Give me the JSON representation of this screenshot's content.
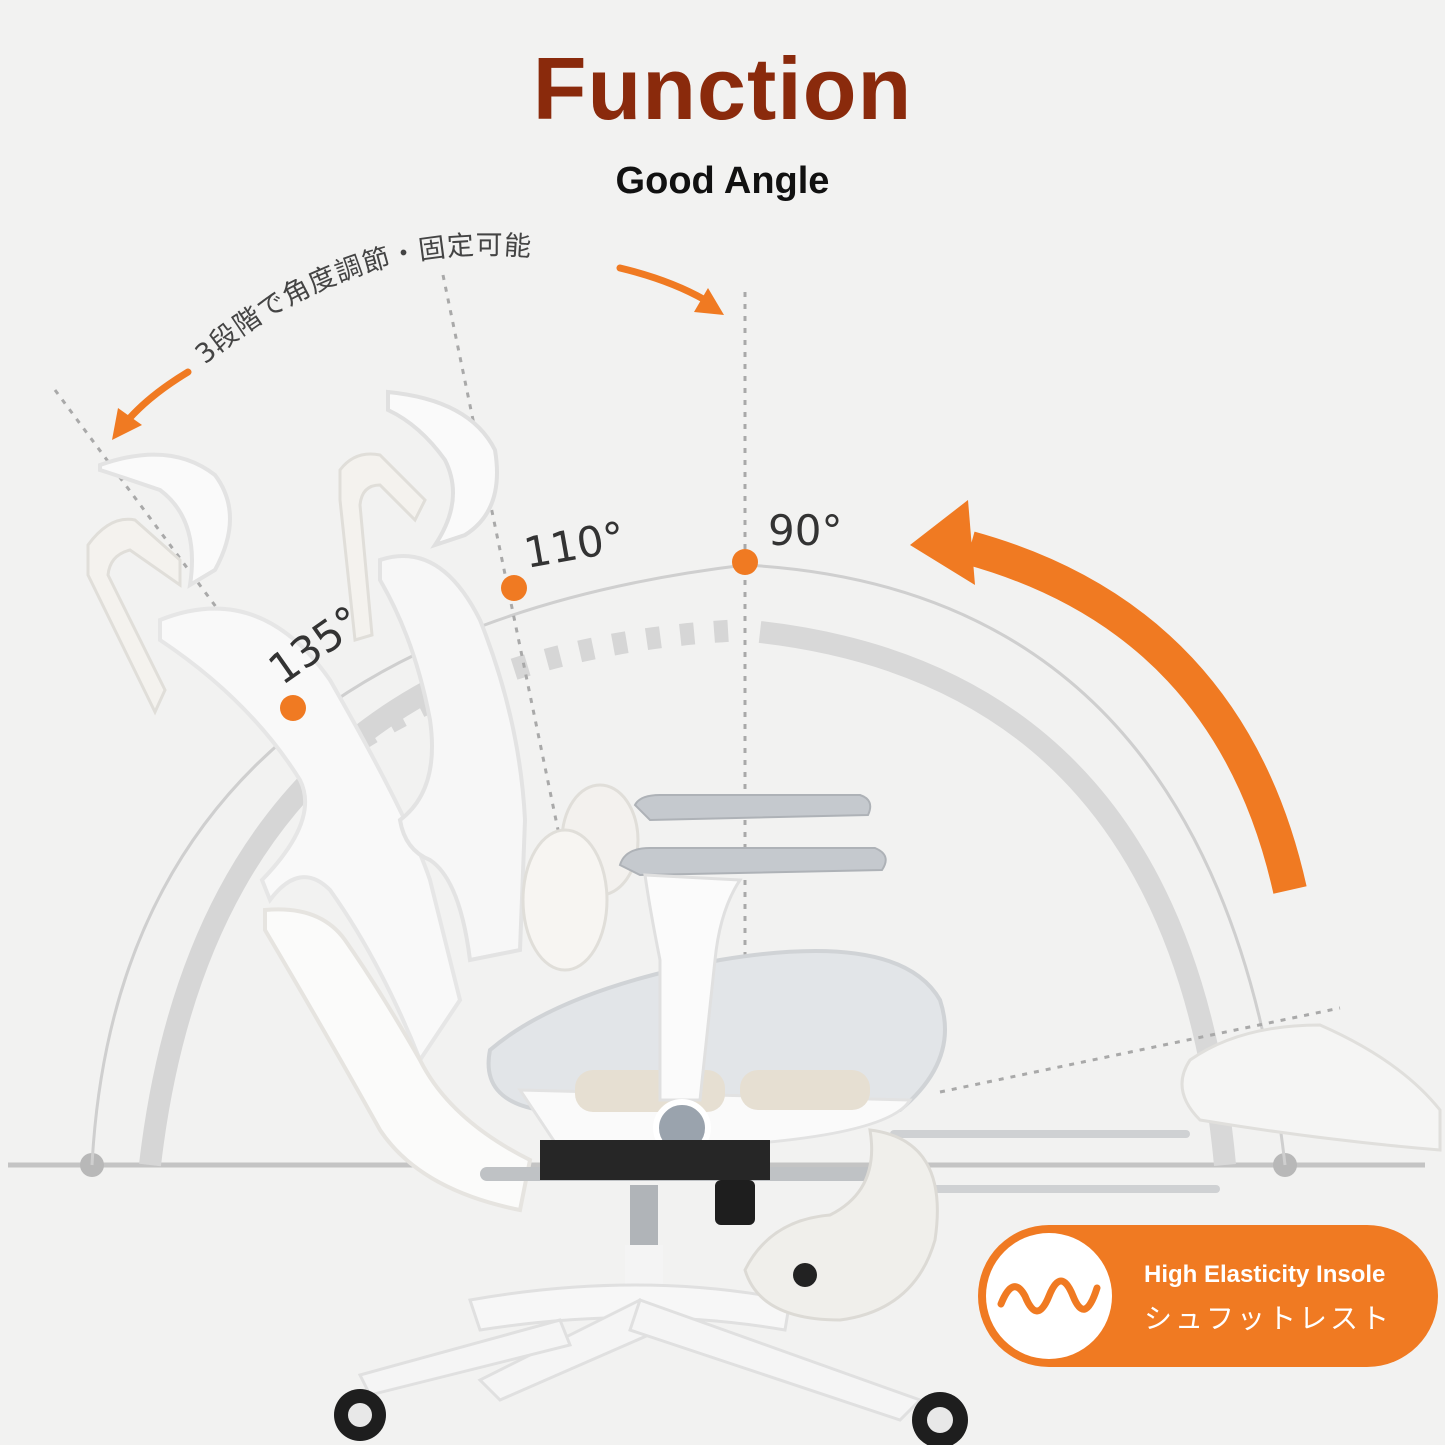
{
  "header": {
    "title": "Function",
    "subtitle": "Good Angle"
  },
  "angle_caption": "3段階で角度調節・固定可能",
  "angles": [
    {
      "label": "135°",
      "value": 135
    },
    {
      "label": "110°",
      "value": 110
    },
    {
      "label": "90°",
      "value": 90
    }
  ],
  "badge": {
    "line1": "High Elasticity Insole",
    "line2": "シュフットレスト",
    "icon": "wave-spring-icon"
  },
  "colors": {
    "title": "#8a2a0c",
    "accent": "#f07a22",
    "badge": "#f07a22",
    "guide": "#c8c8c8",
    "chair": "#ffffff",
    "mesh": "#dcdfe3"
  }
}
